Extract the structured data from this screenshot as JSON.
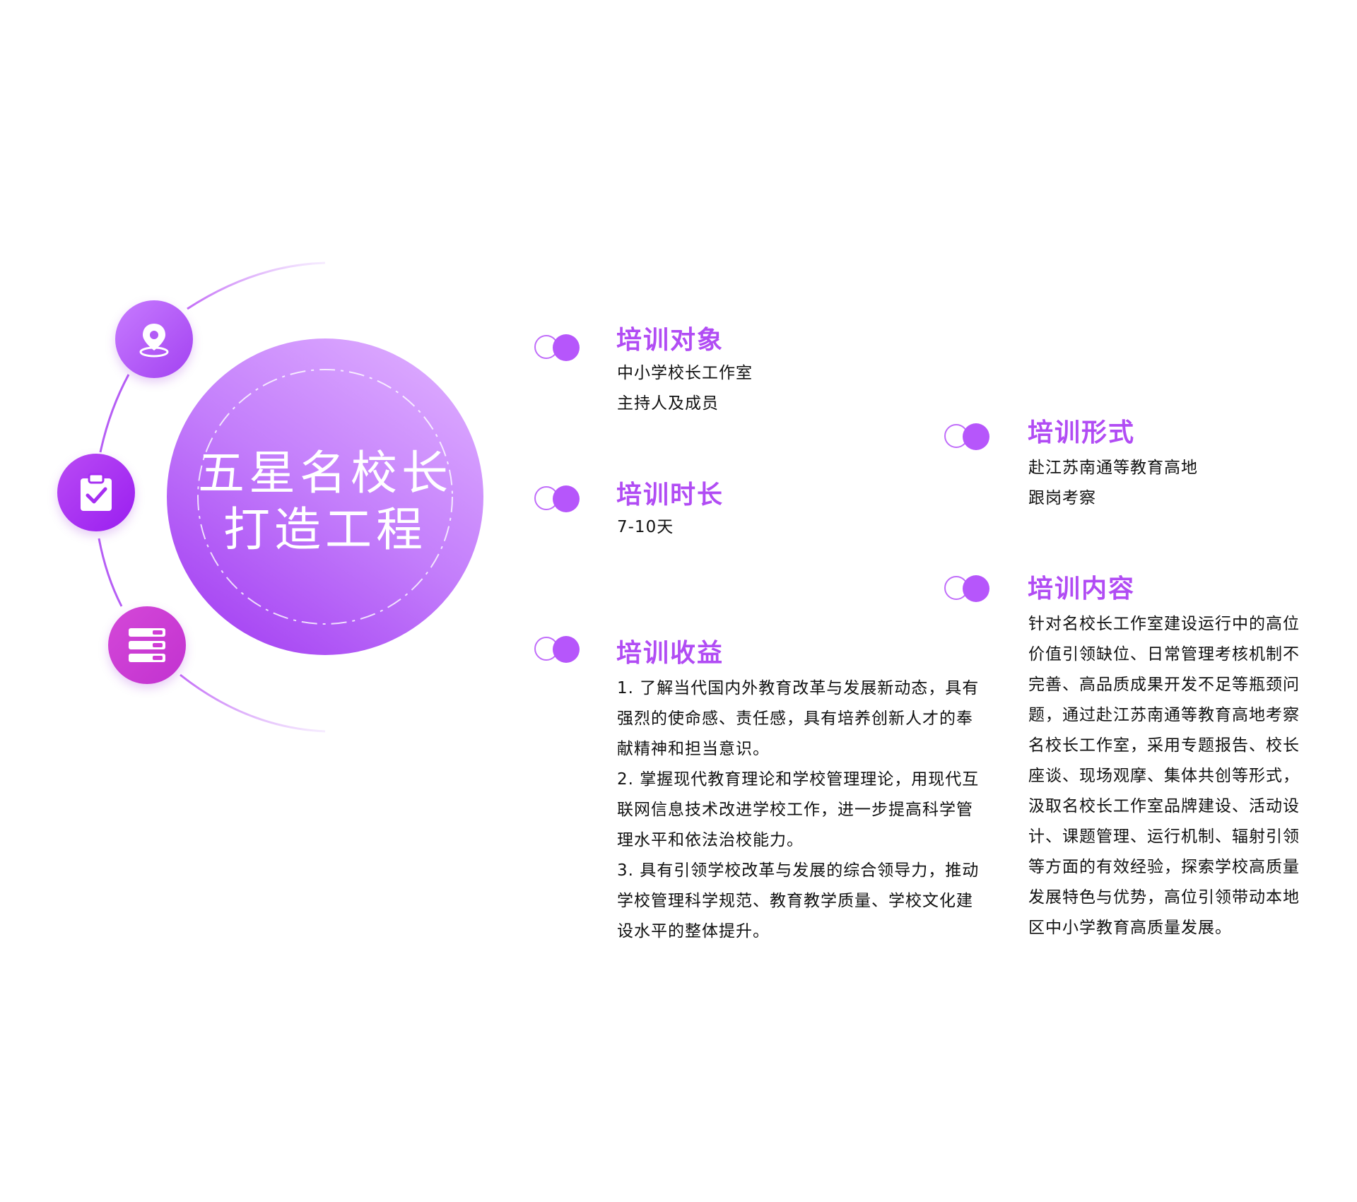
{
  "hero": {
    "title_line1": "五星名校长",
    "title_line2": "打造工程"
  },
  "icons": [
    "location-pin-icon",
    "clipboard-check-icon",
    "server-list-icon"
  ],
  "colors": {
    "accent": "#b14cf4",
    "circle_top": "#c98cff",
    "circle_bottom": "#a94cf5",
    "icon_purple": "#b04ff7",
    "icon_magenta": "#d03bd6"
  },
  "sections": {
    "target": {
      "title": "培训对象",
      "lines": [
        "中小学校长工作室",
        "主持人及成员"
      ]
    },
    "duration": {
      "title": "培训时长",
      "lines": [
        "7-10天"
      ]
    },
    "benefits": {
      "title": "培训收益",
      "lines": [
        "1. 了解当代国内外教育改革与发展新动态，具有",
        "强烈的使命感、责任感，具有培养创新人才的奉",
        "献精神和担当意识。",
        "2. 掌握现代教育理论和学校管理理论，用现代互",
        "联网信息技术改进学校工作，进一步提高科学管",
        "理水平和依法治校能力。",
        "3. 具有引领学校改革与发展的综合领导力，推动",
        "学校管理科学规范、教育教学质量、学校文化建",
        "设水平的整体提升。"
      ]
    },
    "form": {
      "title": "培训形式",
      "lines": [
        "赴江苏南通等教育高地",
        "跟岗考察"
      ]
    },
    "content": {
      "title": "培训内容",
      "lines": [
        "针对名校长工作室建设运行中的高位",
        "价值引领缺位、日常管理考核机制不",
        "完善、高品质成果开发不足等瓶颈问",
        "题，通过赴江苏南通等教育高地考察",
        "名校长工作室，采用专题报告、校长",
        "座谈、现场观摩、集体共创等形式，",
        "汲取名校长工作室品牌建设、活动设",
        "计、课题管理、运行机制、辐射引领",
        "等方面的有效经验，探索学校高质量",
        "发展特色与优势，高位引领带动本地",
        "区中小学教育高质量发展。"
      ]
    }
  }
}
